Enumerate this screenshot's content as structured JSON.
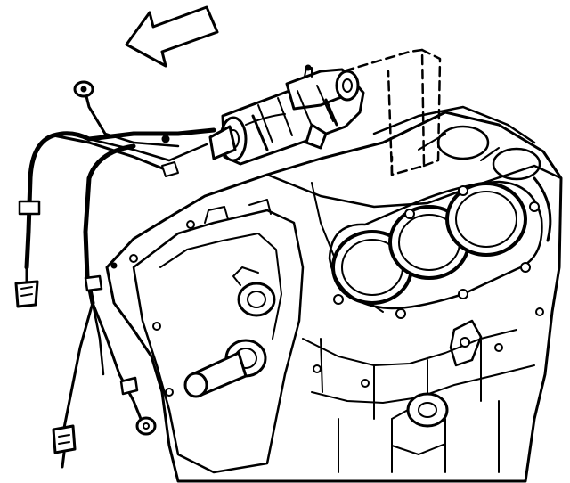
{
  "figure": {
    "background": "#ffffff",
    "ink": "#000000",
    "text_labels": []
  },
  "components": {
    "arrow": "direction-arrow-icon",
    "starter": "starter-motor",
    "harness": "wiring-harness",
    "engine": "engine-block"
  }
}
